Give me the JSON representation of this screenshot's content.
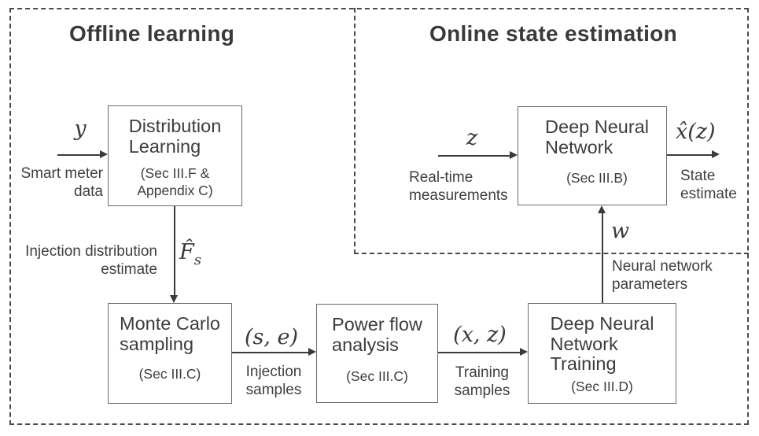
{
  "figure": {
    "regions": {
      "offline": {
        "title": "Offline learning"
      },
      "online": {
        "title": "Online state estimation"
      }
    },
    "nodes": {
      "distribution_learning": {
        "name": "Distribution\nLearning",
        "sec": "(Sec III.F &\nAppendix C)"
      },
      "monte_carlo": {
        "name": "Monte Carlo\nsampling",
        "sec": "(Sec III.C)"
      },
      "power_flow": {
        "name": "Power flow\nanalysis",
        "sec": "(Sec III.C)"
      },
      "dnn_training": {
        "name": "Deep Neural\nNetwork\nTraining",
        "sec": "(Sec III.D)"
      },
      "dnn": {
        "name": "Deep Neural\nNetwork",
        "sec": "(Sec III.B)"
      }
    },
    "edges": {
      "smart_meter": {
        "symbol": "y",
        "label": "Smart meter\ndata"
      },
      "injection_distribution": {
        "symbol": "F̂",
        "subscript": "s",
        "label": "Injection distribution\nestimate"
      },
      "injection_samples": {
        "symbol": "(s, e)",
        "label": "Injection\nsamples"
      },
      "training_samples": {
        "symbol": "(x, z)",
        "label": "Training\nsamples"
      },
      "nn_parameters": {
        "symbol": "w",
        "label": "Neural network\nparameters"
      },
      "realtime": {
        "symbol": "z",
        "label": "Real-time\nmeasurements"
      },
      "state_estimate": {
        "symbol": "x̂(z)",
        "label": "State\nestimate"
      }
    },
    "colors": {
      "text": "#3f3f3f",
      "line": "#3a3a3a",
      "box_border": "#6a6a6a",
      "dash_border": "#4a4a4a",
      "background": "#ffffff"
    }
  }
}
